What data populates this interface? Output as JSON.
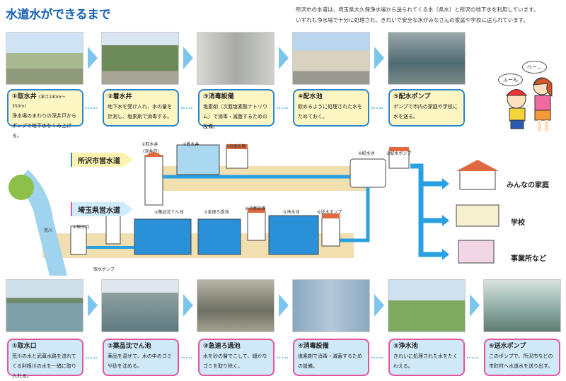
{
  "title": "水道水ができるまで",
  "intro": [
    "所沢市の水道は、埼玉県大久保浄水場から送られてくる水（県水）と所沢の地下水を利用しています。",
    "いずれも浄水場で十分に処理され、きれいで安全な水がみなさんの家庭や学校に送られています。"
  ],
  "speech": [
    "へー…",
    "ふーん"
  ],
  "top_steps": [
    {
      "title": "①取水井",
      "note": "(深さ240m～350m)",
      "text": "浄水場のまわりの深井戸からポンプで地下水をくみ上げる。"
    },
    {
      "title": "②着水井",
      "text": "地下水を受け入れ、水の量を計測し、塩素剤で消毒する。"
    },
    {
      "title": "③消毒設備",
      "text": "塩素剤（次亜塩素酸ナトリウム）で消毒・滅菌するための設備。"
    },
    {
      "title": "④配水池",
      "text": "飲めるように処理された水をためておく。"
    },
    {
      "title": "⑤配水ポンプ",
      "text": "ポンプで市内の家庭や学校に水を送る。"
    }
  ],
  "bottom_steps": [
    {
      "title": "①取水口",
      "text": "荒川の水と武蔵水路を流れてくる利根川の水を一緒に取り入れる。"
    },
    {
      "title": "②薬品沈でん池",
      "text": "薬品を混ぜて、水の中のゴミや砂を沈める。"
    },
    {
      "title": "③急速ろ過池",
      "text": "水を砂の層でこして、細かなゴミを取り除く。"
    },
    {
      "title": "④消毒設備",
      "text": "塩素剤で消毒・滅菌するための設備。"
    },
    {
      "title": "⑤浄水池",
      "text": "きれいに処理された水をたくわえる。"
    },
    {
      "title": "⑥送水ポンプ",
      "text": "このポンプで、所沢市などの市町村へ水道水を送り出す。"
    }
  ],
  "diagram": {
    "banner_city": "所沢市営水道",
    "banner_pref": "埼玉県営水道",
    "city_labels": [
      "①取水井",
      "(深井戸)",
      "②着水井",
      "③消毒設備",
      "④配水池",
      "⑤配水ポンプ"
    ],
    "pref_labels": [
      "荒川",
      "①取水口",
      "取水ポンプ",
      "②薬品沈でん池",
      "③急速ろ過池",
      "④消毒設備",
      "⑤浄水池",
      "⑥送水ポンプ"
    ],
    "destinations": [
      "みんなの家庭",
      "学校",
      "事業所など"
    ]
  },
  "colors": {
    "title": "#1560b0",
    "top_border": "#2a86d0",
    "bottom_border": "#e2569b",
    "water": "#2aa0e0"
  }
}
